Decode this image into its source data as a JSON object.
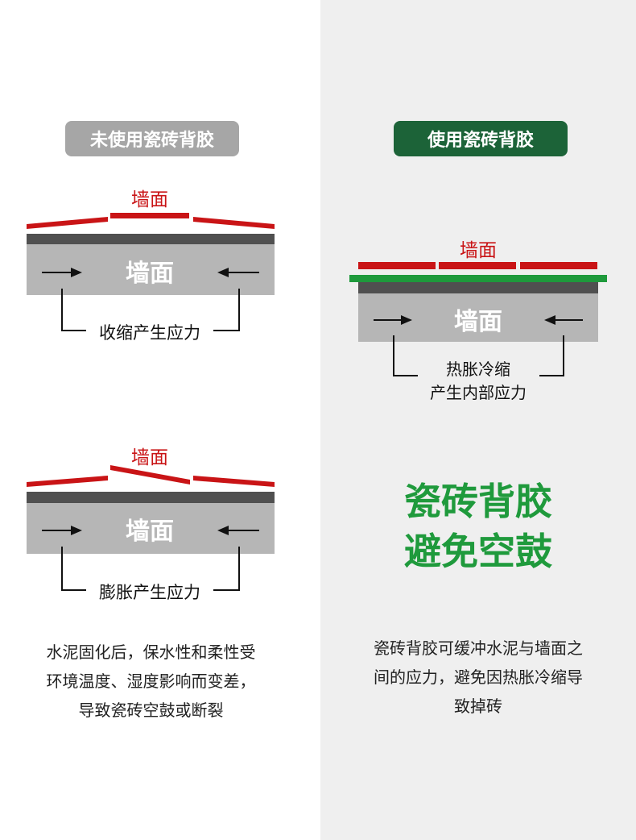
{
  "colors": {
    "left_bg": "#ffffff",
    "right_bg": "#efefef",
    "gray_badge": "#a6a6a6",
    "green_badge": "#1c6338",
    "tile_red": "#c91416",
    "glue_green": "#1f9a3c",
    "dark_layer": "#505050",
    "wall_gray": "#b6b6b6",
    "headline_green": "#1f9a3c"
  },
  "left": {
    "badge": "未使用瓷砖背胶",
    "diagram_shrink": {
      "tile_label": "墙面",
      "wall_label": "墙面",
      "stress_label": "收缩产生应力"
    },
    "diagram_expand": {
      "tile_label": "墙面",
      "wall_label": "墙面",
      "stress_label": "膨胀产生应力"
    },
    "description": [
      "水泥固化后，保水性和柔性受",
      "环境温度、湿度影响而变差，",
      "导致瓷砖空鼓或断裂"
    ]
  },
  "right": {
    "badge": "使用瓷砖背胶",
    "diagram": {
      "tile_label": "墙面",
      "wall_label": "墙面",
      "stress_label_1": "热胀冷缩",
      "stress_label_2": "产生内部应力"
    },
    "headline_1": "瓷砖背胶",
    "headline_2": "避免空鼓",
    "description": [
      "瓷砖背胶可缓冲水泥与墙面之",
      "间的应力，避免因热胀冷缩导",
      "致掉砖"
    ]
  }
}
